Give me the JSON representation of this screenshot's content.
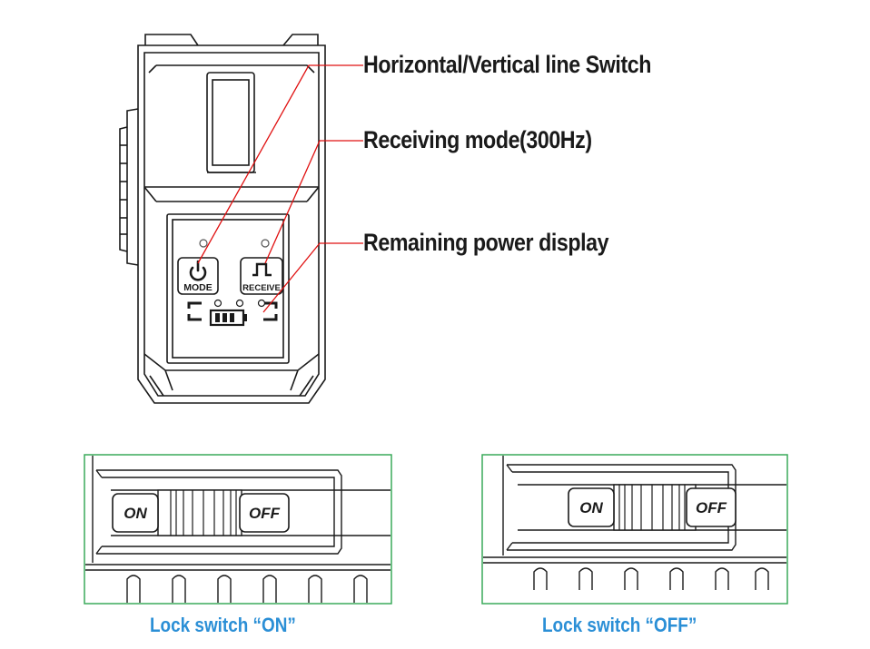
{
  "callouts": {
    "line_switch": "Horizontal/Vertical line Switch",
    "receiving_mode": "Receiving mode(300Hz)",
    "power_display": "Remaining power display"
  },
  "panel": {
    "mode_label": "MODE",
    "receive_label": "RECEIVE"
  },
  "lock_on": {
    "on_label": "ON",
    "off_label": "OFF",
    "caption": "Lock switch “ON”"
  },
  "lock_off": {
    "on_label": "ON",
    "off_label": "OFF",
    "caption": "Lock switch “OFF”"
  },
  "colors": {
    "leader_line": "#e01010",
    "caption": "#2b8fd6",
    "frame": "#3aaa5a",
    "ink": "#1a1a1a"
  },
  "icons": {
    "mode_button": "power-icon",
    "receive_button": "square-wave-icon",
    "battery": "battery-icon"
  }
}
